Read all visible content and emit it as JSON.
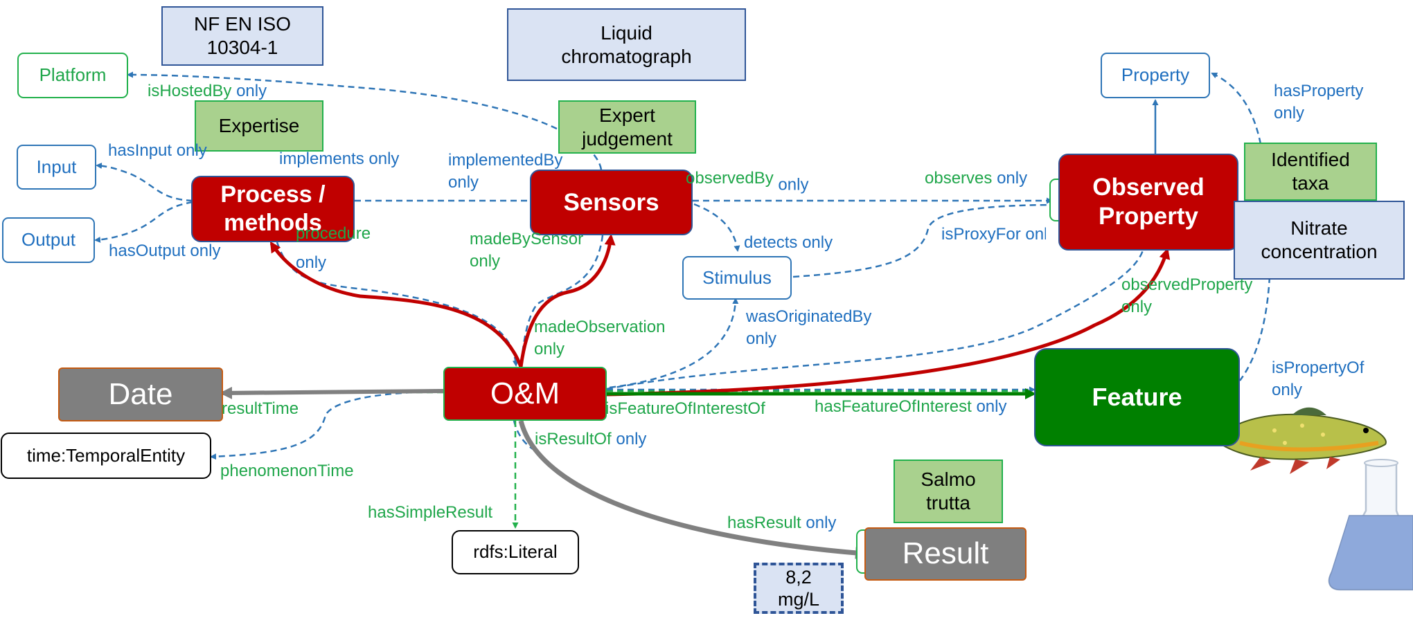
{
  "nodes": {
    "platform": "Platform",
    "input": "Input",
    "output": "Output",
    "process": "Process / methods",
    "sensors": "Sensors",
    "stimulus": "Stimulus",
    "property": "Property",
    "observed_property": "Observed Property",
    "feature": "Feature",
    "om": "O&M",
    "date": "Date",
    "temporal_entity": "time:TemporalEntity",
    "literal": "rdfs:Literal",
    "result": "Result"
  },
  "examples": {
    "nf_en_iso": "NF EN ISO 10304-1",
    "liquid_chromatograph": "Liquid chromatograph",
    "expertise": "Expertise",
    "expert_judgement": "Expert judgement",
    "identified_taxa": "Identified taxa",
    "nitrate_concentration": "Nitrate concentration",
    "salmo_trutta": "Salmo trutta",
    "result_value": "8,2 mg/L"
  },
  "edges": {
    "is_hosted_by": "isHostedBy",
    "has_input": "hasInput",
    "has_output": "hasOutput",
    "implements": "implements",
    "implemented_by": "implementedBy",
    "observed_by": "observedBy",
    "observes": "observes",
    "detects": "detects",
    "is_proxy_for": "isProxyFor",
    "has_property": "hasProperty",
    "procedure": "procedure",
    "made_by_sensor": "madeBySensor",
    "made_observation": "madeObservation",
    "was_originated_by": "wasOriginatedBy",
    "observed_property": "observedProperty",
    "is_property_of": "isPropertyOf",
    "result_time": "resultTime",
    "phenomenon_time": "phenomenonTime",
    "is_feature_of_interest_of": "isFeatureOfInterestOf",
    "has_feature_of_interest": "hasFeatureOfInterest",
    "is_result_of": "isResultOf",
    "has_simple_result": "hasSimpleResult",
    "has_result": "hasResult",
    "only": "only"
  },
  "colors": {
    "red": "#c00000",
    "blue_arrow": "#2e75b6",
    "green_arrow": "#22b14c",
    "gray_arrow": "#808080",
    "feature_green": "#008000"
  },
  "icons": [
    "fish-icon",
    "flask-icon"
  ]
}
